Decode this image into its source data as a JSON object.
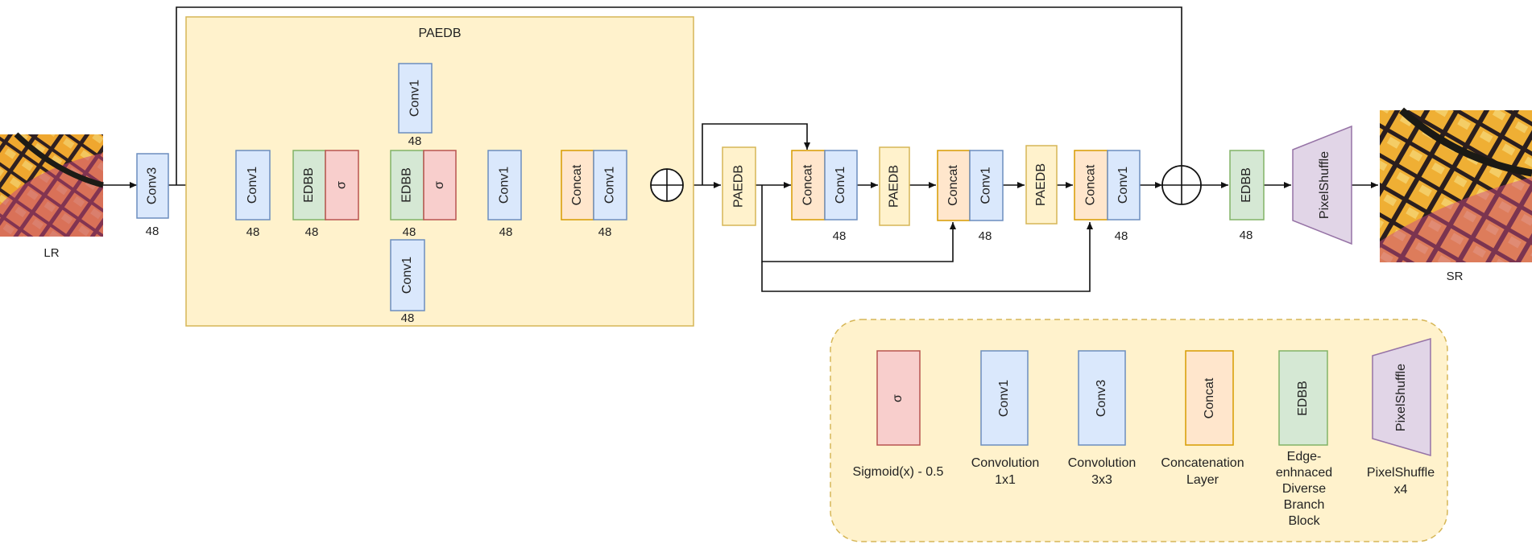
{
  "colors": {
    "group_fill": "#fff2cc",
    "group_stroke": "#d6b656",
    "conv_fill": "#dae8fc",
    "conv_stroke": "#6c8ebf",
    "edbb_fill": "#d5e8d4",
    "edbb_stroke": "#82b366",
    "sigma_fill": "#f8cecc",
    "sigma_stroke": "#b85450",
    "concat_fill": "#ffe6cc",
    "concat_stroke": "#d79b00",
    "paedb_fill": "#fff2cc",
    "paedb_stroke": "#d6b656",
    "shuffle_fill": "#e1d5e7",
    "shuffle_stroke": "#9673a6",
    "legend_fill": "#fff2cc",
    "legend_stroke": "#d6b656"
  },
  "images": {
    "lr_label": "LR",
    "sr_label": "SR"
  },
  "group": {
    "title": "PAEDB"
  },
  "blocks": {
    "conv3": "Conv3",
    "conv1": "Conv1",
    "edbb": "EDBB",
    "sigma": "σ",
    "concat": "Concat",
    "paedb": "PAEDB",
    "pixelshuffle": "PixelShuffle"
  },
  "channel_label": "48",
  "legend": {
    "sigmoid": {
      "symbol": "σ",
      "caption": [
        "Sigmoid(x) - 0.5"
      ]
    },
    "conv1x1": {
      "symbol": "Conv1",
      "caption": [
        "Convolution",
        "1x1"
      ]
    },
    "conv3x3": {
      "symbol": "Conv3",
      "caption": [
        "Convolution",
        "3x3"
      ]
    },
    "concat": {
      "symbol": "Concat",
      "caption": [
        "Concatenation",
        "Layer"
      ]
    },
    "edbb": {
      "symbol": "EDBB",
      "caption": [
        "Edge-",
        "enhnaced",
        "Diverse",
        "Branch",
        "Block"
      ]
    },
    "pixelshuffle": {
      "symbol": "PixelShuffle",
      "caption": [
        "PixelShuffle",
        "x4"
      ]
    }
  }
}
